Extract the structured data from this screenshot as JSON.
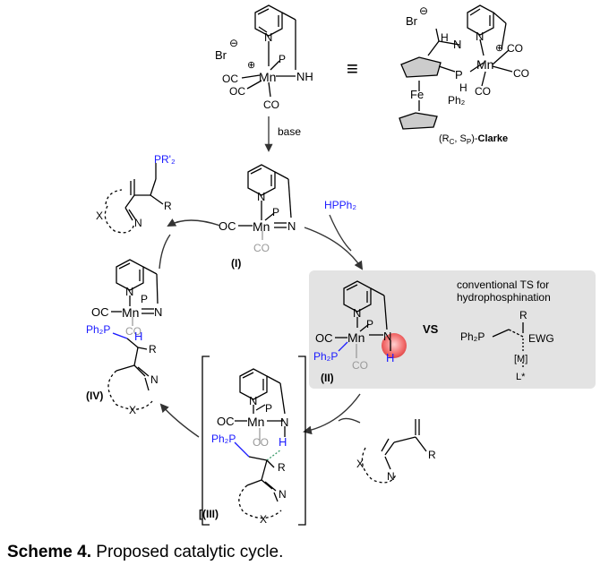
{
  "colors": {
    "blue": "#1a1aff",
    "grey": "#9a9a9a",
    "ts_box": "#e3e3e3",
    "highlight": "#f26d6d",
    "black": "#000000"
  },
  "top": {
    "counterion": "Br",
    "minus": "⊖",
    "plus": "⊕",
    "mn": "Mn",
    "p": "P",
    "nh": "NH",
    "n": "N",
    "co": "CO",
    "oc": "OC",
    "equiv": "≡",
    "fe": "Fe",
    "p_lower": "P",
    "h": "H",
    "ph2": "Ph₂",
    "clarke_prefix": "(R",
    "clarke_c": "C",
    "clarke_mid": ", S",
    "clarke_p": "P",
    "clarke_suffix": ")-",
    "clarke_name": "Clarke"
  },
  "steps": {
    "base": "base",
    "hpph2": "HPPh₂",
    "vs": "VS"
  },
  "intermediates": {
    "i": "(I)",
    "ii": "(II)",
    "iii": "[(III)",
    "iv": "(IV)"
  },
  "labels": {
    "oc_mn": "OC",
    "mn": "Mn",
    "p": "P",
    "n": "N",
    "co": "CO",
    "ph2p": "Ph₂P",
    "h": "H",
    "r": "R",
    "x": "X",
    "pr2": "PR'₂",
    "double_n": "=N"
  },
  "ts_box": {
    "title_line1": "conventional TS for",
    "title_line2": "hydrophosphination",
    "ph2p": "Ph₂P",
    "r": "R",
    "ewg": "EWG",
    "m": "[M]",
    "l": "L*"
  },
  "caption": {
    "label": "Scheme 4.",
    "text": " Proposed catalytic cycle."
  }
}
